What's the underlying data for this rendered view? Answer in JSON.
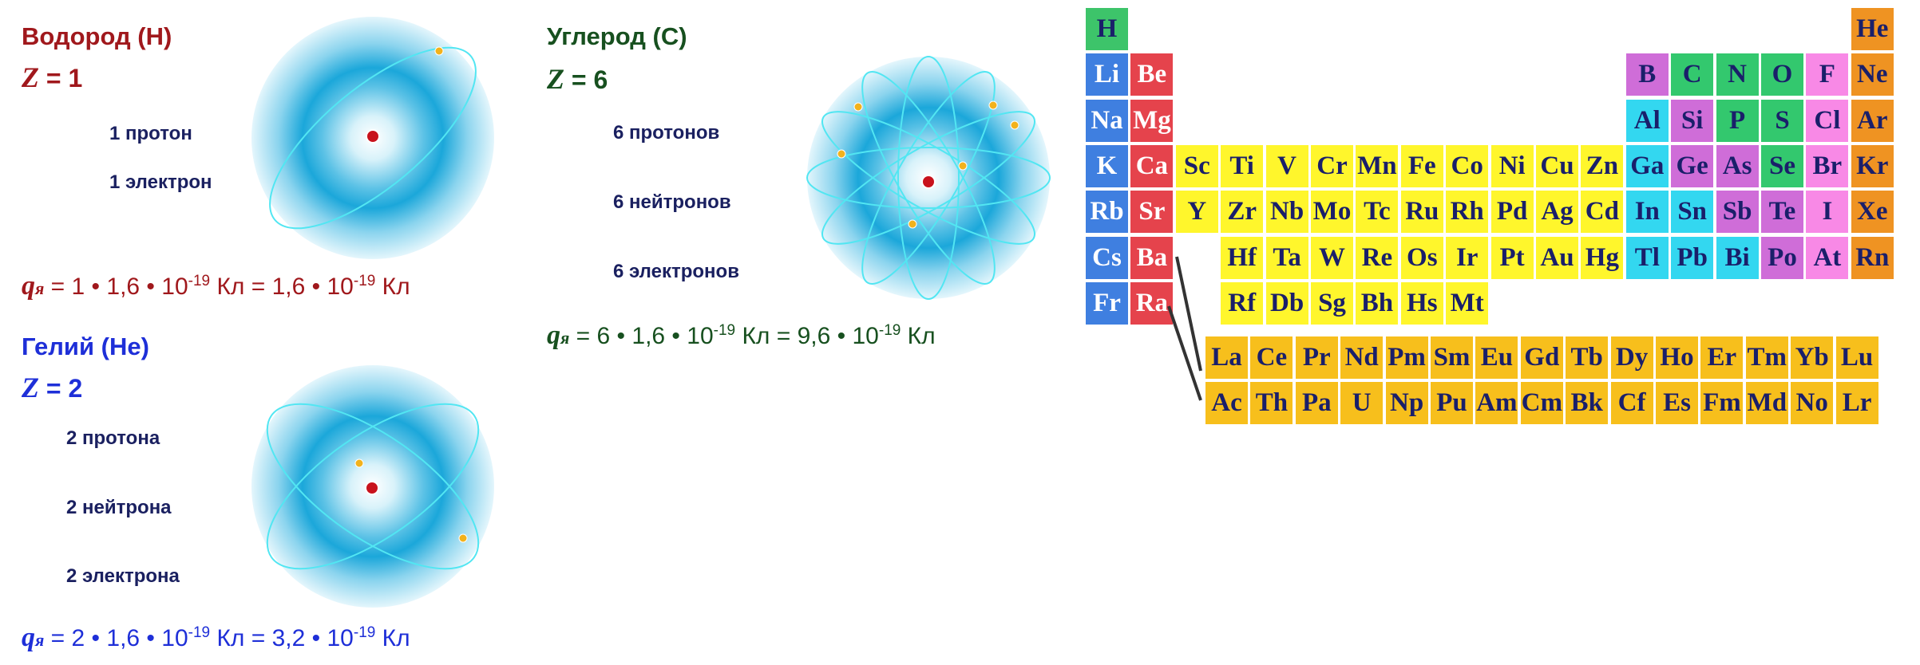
{
  "hydrogen": {
    "title": "Водород (H)",
    "z_symbol": "Z",
    "z_value": "= 1",
    "protons": "1 протон",
    "electrons": "1 электрон",
    "formula": {
      "q": "q",
      "q_sub": "я",
      "coef": " = 1 • 1,6 • 10",
      "exp1": "-19",
      "mid": " Кл = 1,6 • 10",
      "exp2": "-19",
      "unit": " Кл"
    },
    "color": "#a0181c"
  },
  "helium": {
    "title": "Гелий (He)",
    "z_symbol": "Z",
    "z_value": "= 2",
    "protons": "2 протона",
    "neutrons": "2 нейтрона",
    "electrons": "2 электрона",
    "formula": {
      "q": "q",
      "q_sub": "я",
      "coef": " = 2 • 1,6 • 10",
      "exp1": "-19",
      "mid": " Кл = 3,2 • 10",
      "exp2": "-19",
      "unit": " Кл"
    },
    "color": "#1e2fd8"
  },
  "carbon": {
    "title": "Углерод (C)",
    "z_symbol": "Z",
    "z_value": "= 6",
    "protons": "6 протонов",
    "neutrons": "6 нейтронов",
    "electrons": "6 электронов",
    "formula": {
      "q": "q",
      "q_sub": "я",
      "coef": " = 6 • 1,6 • 10",
      "exp1": "-19",
      "mid": " Кл = 9,6 • 10",
      "exp2": "-19",
      "unit": " Кл"
    },
    "color": "#17501f"
  },
  "colors": {
    "alkali": "#3f7fe0",
    "alkaline": "#e5434c",
    "transition": "#fff62c",
    "post_transition": "#33d7f0",
    "metalloid": "#cf6dd8",
    "nonmetal": "#33c86e",
    "halogen": "#f889e6",
    "noble": "#ef9322",
    "lanthanide_actinide": "#f7bf1c",
    "atom_cloud": "#1aa6d9",
    "orbit": "#52e6f2",
    "nucleus": "#c8121c",
    "electron": "#f2b21c"
  },
  "periodic_table": {
    "main": [
      {
        "s": "H",
        "r": 1,
        "c": 1,
        "t": "c-h"
      },
      {
        "s": "He",
        "r": 1,
        "c": 18,
        "t": "c-noble"
      },
      {
        "s": "Li",
        "r": 2,
        "c": 1,
        "t": "c-alkali"
      },
      {
        "s": "Be",
        "r": 2,
        "c": 2,
        "t": "c-alkaline"
      },
      {
        "s": "B",
        "r": 2,
        "c": 13,
        "t": "c-metalloid"
      },
      {
        "s": "C",
        "r": 2,
        "c": 14,
        "t": "c-nonmetal"
      },
      {
        "s": "N",
        "r": 2,
        "c": 15,
        "t": "c-nonmetal"
      },
      {
        "s": "O",
        "r": 2,
        "c": 16,
        "t": "c-nonmetal"
      },
      {
        "s": "F",
        "r": 2,
        "c": 17,
        "t": "c-halogen"
      },
      {
        "s": "Ne",
        "r": 2,
        "c": 18,
        "t": "c-noble"
      },
      {
        "s": "Na",
        "r": 3,
        "c": 1,
        "t": "c-alkali"
      },
      {
        "s": "Mg",
        "r": 3,
        "c": 2,
        "t": "c-alkaline"
      },
      {
        "s": "Al",
        "r": 3,
        "c": 13,
        "t": "c-post"
      },
      {
        "s": "Si",
        "r": 3,
        "c": 14,
        "t": "c-metalloid"
      },
      {
        "s": "P",
        "r": 3,
        "c": 15,
        "t": "c-nonmetal"
      },
      {
        "s": "S",
        "r": 3,
        "c": 16,
        "t": "c-nonmetal"
      },
      {
        "s": "Cl",
        "r": 3,
        "c": 17,
        "t": "c-halogen"
      },
      {
        "s": "Ar",
        "r": 3,
        "c": 18,
        "t": "c-noble"
      },
      {
        "s": "K",
        "r": 4,
        "c": 1,
        "t": "c-alkali"
      },
      {
        "s": "Ca",
        "r": 4,
        "c": 2,
        "t": "c-alkaline"
      },
      {
        "s": "Sc",
        "r": 4,
        "c": 3,
        "t": "c-trans"
      },
      {
        "s": "Ti",
        "r": 4,
        "c": 4,
        "t": "c-trans"
      },
      {
        "s": "V",
        "r": 4,
        "c": 5,
        "t": "c-trans"
      },
      {
        "s": "Cr",
        "r": 4,
        "c": 6,
        "t": "c-trans"
      },
      {
        "s": "Mn",
        "r": 4,
        "c": 7,
        "t": "c-trans"
      },
      {
        "s": "Fe",
        "r": 4,
        "c": 8,
        "t": "c-trans"
      },
      {
        "s": "Co",
        "r": 4,
        "c": 9,
        "t": "c-trans"
      },
      {
        "s": "Ni",
        "r": 4,
        "c": 10,
        "t": "c-trans"
      },
      {
        "s": "Cu",
        "r": 4,
        "c": 11,
        "t": "c-trans"
      },
      {
        "s": "Zn",
        "r": 4,
        "c": 12,
        "t": "c-trans"
      },
      {
        "s": "Ga",
        "r": 4,
        "c": 13,
        "t": "c-post"
      },
      {
        "s": "Ge",
        "r": 4,
        "c": 14,
        "t": "c-metalloid"
      },
      {
        "s": "As",
        "r": 4,
        "c": 15,
        "t": "c-metalloid"
      },
      {
        "s": "Se",
        "r": 4,
        "c": 16,
        "t": "c-nonmetal"
      },
      {
        "s": "Br",
        "r": 4,
        "c": 17,
        "t": "c-halogen"
      },
      {
        "s": "Kr",
        "r": 4,
        "c": 18,
        "t": "c-noble"
      },
      {
        "s": "Rb",
        "r": 5,
        "c": 1,
        "t": "c-alkali"
      },
      {
        "s": "Sr",
        "r": 5,
        "c": 2,
        "t": "c-alkaline"
      },
      {
        "s": "Y",
        "r": 5,
        "c": 3,
        "t": "c-trans"
      },
      {
        "s": "Zr",
        "r": 5,
        "c": 4,
        "t": "c-trans"
      },
      {
        "s": "Nb",
        "r": 5,
        "c": 5,
        "t": "c-trans"
      },
      {
        "s": "Mo",
        "r": 5,
        "c": 6,
        "t": "c-trans"
      },
      {
        "s": "Tc",
        "r": 5,
        "c": 7,
        "t": "c-trans"
      },
      {
        "s": "Ru",
        "r": 5,
        "c": 8,
        "t": "c-trans"
      },
      {
        "s": "Rh",
        "r": 5,
        "c": 9,
        "t": "c-trans"
      },
      {
        "s": "Pd",
        "r": 5,
        "c": 10,
        "t": "c-trans"
      },
      {
        "s": "Ag",
        "r": 5,
        "c": 11,
        "t": "c-trans"
      },
      {
        "s": "Cd",
        "r": 5,
        "c": 12,
        "t": "c-trans"
      },
      {
        "s": "In",
        "r": 5,
        "c": 13,
        "t": "c-post"
      },
      {
        "s": "Sn",
        "r": 5,
        "c": 14,
        "t": "c-post"
      },
      {
        "s": "Sb",
        "r": 5,
        "c": 15,
        "t": "c-metalloid"
      },
      {
        "s": "Te",
        "r": 5,
        "c": 16,
        "t": "c-metalloid"
      },
      {
        "s": "I",
        "r": 5,
        "c": 17,
        "t": "c-halogen"
      },
      {
        "s": "Xe",
        "r": 5,
        "c": 18,
        "t": "c-noble"
      },
      {
        "s": "Cs",
        "r": 6,
        "c": 1,
        "t": "c-alkali"
      },
      {
        "s": "Ba",
        "r": 6,
        "c": 2,
        "t": "c-alkaline"
      },
      {
        "s": "Hf",
        "r": 6,
        "c": 4,
        "t": "c-trans"
      },
      {
        "s": "Ta",
        "r": 6,
        "c": 5,
        "t": "c-trans"
      },
      {
        "s": "W",
        "r": 6,
        "c": 6,
        "t": "c-trans"
      },
      {
        "s": "Re",
        "r": 6,
        "c": 7,
        "t": "c-trans"
      },
      {
        "s": "Os",
        "r": 6,
        "c": 8,
        "t": "c-trans"
      },
      {
        "s": "Ir",
        "r": 6,
        "c": 9,
        "t": "c-trans"
      },
      {
        "s": "Pt",
        "r": 6,
        "c": 10,
        "t": "c-trans"
      },
      {
        "s": "Au",
        "r": 6,
        "c": 11,
        "t": "c-trans"
      },
      {
        "s": "Hg",
        "r": 6,
        "c": 12,
        "t": "c-trans"
      },
      {
        "s": "Tl",
        "r": 6,
        "c": 13,
        "t": "c-post"
      },
      {
        "s": "Pb",
        "r": 6,
        "c": 14,
        "t": "c-post"
      },
      {
        "s": "Bi",
        "r": 6,
        "c": 15,
        "t": "c-post"
      },
      {
        "s": "Po",
        "r": 6,
        "c": 16,
        "t": "c-metalloid"
      },
      {
        "s": "At",
        "r": 6,
        "c": 17,
        "t": "c-halogen"
      },
      {
        "s": "Rn",
        "r": 6,
        "c": 18,
        "t": "c-noble"
      },
      {
        "s": "Fr",
        "r": 7,
        "c": 1,
        "t": "c-alkali"
      },
      {
        "s": "Ra",
        "r": 7,
        "c": 2,
        "t": "c-alkaline"
      },
      {
        "s": "Rf",
        "r": 7,
        "c": 4,
        "t": "c-trans"
      },
      {
        "s": "Db",
        "r": 7,
        "c": 5,
        "t": "c-trans"
      },
      {
        "s": "Sg",
        "r": 7,
        "c": 6,
        "t": "c-trans"
      },
      {
        "s": "Bh",
        "r": 7,
        "c": 7,
        "t": "c-trans"
      },
      {
        "s": "Hs",
        "r": 7,
        "c": 8,
        "t": "c-trans"
      },
      {
        "s": "Mt",
        "r": 7,
        "c": 9,
        "t": "c-trans"
      }
    ],
    "lanthanides": [
      "La",
      "Ce",
      "Pr",
      "Nd",
      "Pm",
      "Sm",
      "Eu",
      "Gd",
      "Tb",
      "Dy",
      "Ho",
      "Er",
      "Tm",
      "Yb",
      "Lu"
    ],
    "actinides": [
      "Ac",
      "Th",
      "Pa",
      "U",
      "Np",
      "Pu",
      "Am",
      "Cm",
      "Bk",
      "Cf",
      "Es",
      "Fm",
      "Md",
      "No",
      "Lr"
    ]
  }
}
